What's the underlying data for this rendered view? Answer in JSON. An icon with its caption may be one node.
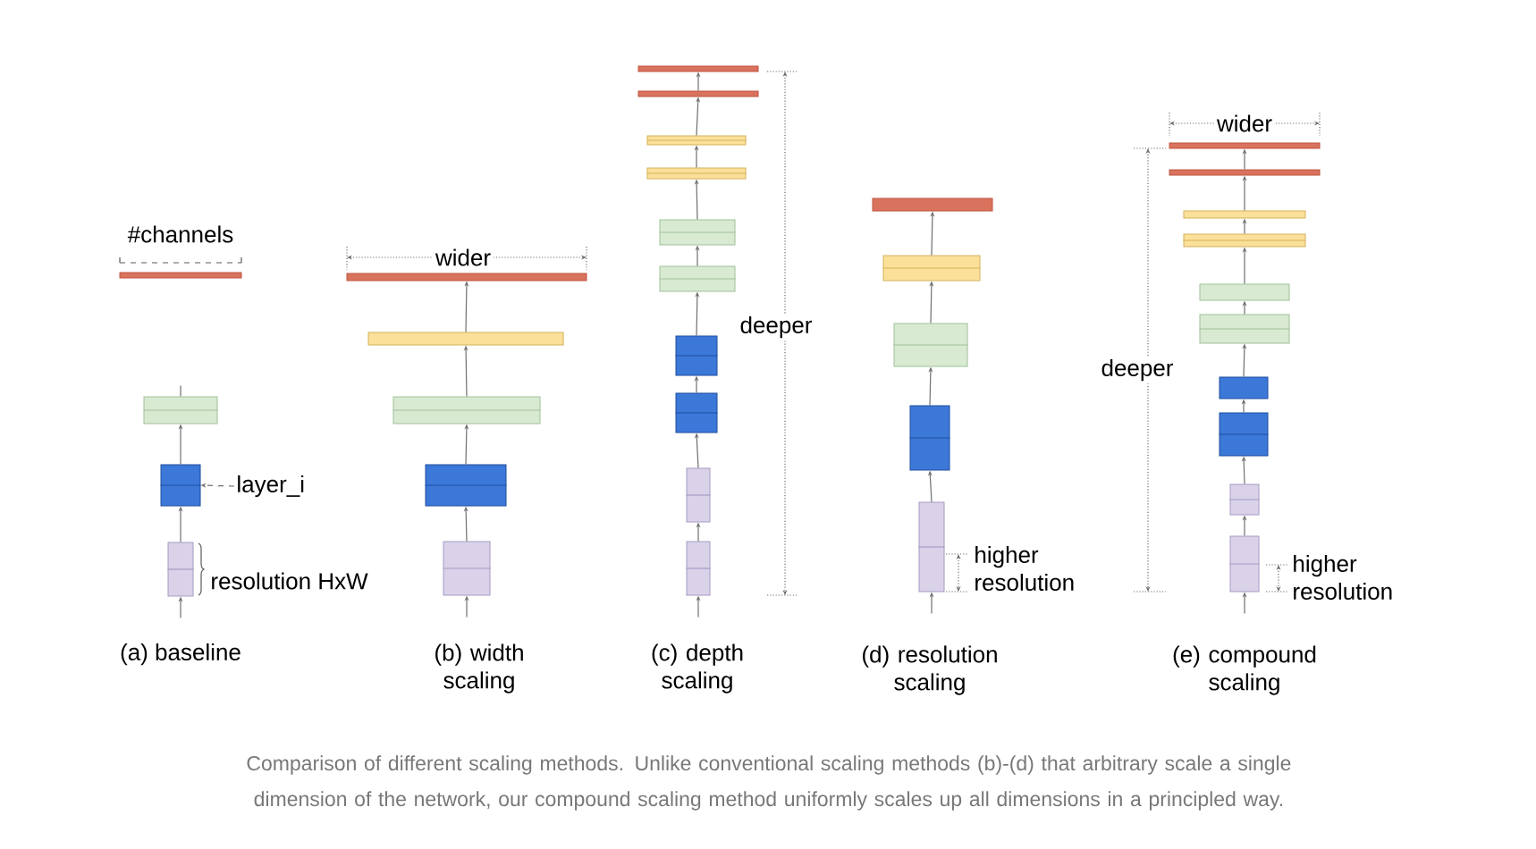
{
  "diagram": {
    "caption": "Comparison of different scaling methods. Unlike conventional scaling methods (b)-(d) that arbitrary scale a single dimension of the network, our compound scaling method uniformly scales up all dimensions in a principled way.",
    "nodes": [
      {
        "text": [],
        "shape": "bar"
      },
      {
        "text": [],
        "shape": "box"
      },
      {
        "text": [],
        "shape": "box"
      },
      {
        "text": [],
        "shape": "box"
      },
      {
        "text": [
          "layer_i"
        ]
      },
      {
        "text": [],
        "shape": "bar"
      },
      {
        "text": [],
        "shape": "bar"
      },
      {
        "text": [],
        "shape": "box"
      },
      {
        "text": [],
        "shape": "box"
      },
      {
        "text": [],
        "shape": "box"
      },
      {
        "text": [],
        "shape": "bar"
      },
      {
        "text": [],
        "shape": "bar"
      },
      {
        "text": [],
        "shape": "box"
      },
      {
        "text": [],
        "shape": "box"
      },
      {
        "text": [],
        "shape": "box"
      },
      {
        "text": [],
        "shape": "box"
      },
      {
        "text": [],
        "shape": "box"
      },
      {
        "text": [],
        "shape": "box"
      },
      {
        "text": [],
        "shape": "box"
      },
      {
        "text": [],
        "shape": "box"
      },
      {
        "text": [],
        "shape": "bar"
      },
      {
        "text": [],
        "shape": "box"
      },
      {
        "text": [],
        "shape": "box"
      },
      {
        "text": [],
        "shape": "box"
      },
      {
        "text": [],
        "shape": "box"
      },
      {
        "text": [],
        "shape": "bar"
      },
      {
        "text": [],
        "shape": "bar"
      },
      {
        "text": [],
        "shape": "bar"
      },
      {
        "text": [],
        "shape": "box"
      },
      {
        "text": [],
        "shape": "bar"
      },
      {
        "text": [],
        "shape": "box"
      },
      {
        "text": [],
        "shape": "bar"
      },
      {
        "text": [],
        "shape": "box"
      },
      {
        "text": [],
        "shape": "box"
      },
      {
        "text": [],
        "shape": "box"
      }
    ],
    "edges": [
      {
        "from": null,
        "to": 3,
        "arrow": "to"
      },
      {
        "from": 3,
        "to": 2,
        "arrow": "to"
      },
      {
        "from": 2,
        "to": 1,
        "arrow": "to"
      },
      {
        "from": 1,
        "to": null,
        "arrow": "none"
      },
      {
        "from": 4,
        "to": 2,
        "arrow": "to",
        "style": "dashed"
      },
      {
        "from": null,
        "to": 9,
        "arrow": "to"
      },
      {
        "from": 9,
        "to": 8,
        "arrow": "to"
      },
      {
        "from": 8,
        "to": 7,
        "arrow": "to"
      },
      {
        "from": 7,
        "to": 6,
        "arrow": "to"
      },
      {
        "from": 6,
        "to": 5,
        "arrow": "to"
      },
      {
        "from": null,
        "to": 19,
        "arrow": "to"
      },
      {
        "from": 19,
        "to": 18,
        "arrow": "to"
      },
      {
        "from": 18,
        "to": 17,
        "arrow": "to"
      },
      {
        "from": 17,
        "to": 16,
        "arrow": "to"
      },
      {
        "from": 16,
        "to": 15,
        "arrow": "to"
      },
      {
        "from": 15,
        "to": 14,
        "arrow": "to"
      },
      {
        "from": 14,
        "to": 13,
        "arrow": "to"
      },
      {
        "from": 13,
        "to": 12,
        "arrow": "to"
      },
      {
        "from": 12,
        "to": 11,
        "arrow": "to"
      },
      {
        "from": 11,
        "to": 10,
        "arrow": "to"
      },
      {
        "from": null,
        "to": 24,
        "arrow": "to"
      },
      {
        "from": 24,
        "to": 23,
        "arrow": "to"
      },
      {
        "from": 23,
        "to": 22,
        "arrow": "to"
      },
      {
        "from": 22,
        "to": 21,
        "arrow": "to"
      },
      {
        "from": 21,
        "to": 20,
        "arrow": "to"
      },
      {
        "from": null,
        "to": 34,
        "arrow": "to"
      },
      {
        "from": 34,
        "to": 33,
        "arrow": "to"
      },
      {
        "from": 33,
        "to": 32,
        "arrow": "to"
      },
      {
        "from": 32,
        "to": 31,
        "arrow": "to"
      },
      {
        "from": 31,
        "to": 30,
        "arrow": "to"
      },
      {
        "from": 30,
        "to": 29,
        "arrow": "to"
      },
      {
        "from": 29,
        "to": 28,
        "arrow": "to"
      },
      {
        "from": 28,
        "to": 27,
        "arrow": "to"
      },
      {
        "from": 27,
        "to": 26,
        "arrow": "to"
      },
      {
        "from": 26,
        "to": 25,
        "arrow": "to"
      }
    ],
    "labels": [
      "#channels",
      "resolution HxW",
      "(a) baseline",
      "wider",
      "(b) width scaling",
      "deeper",
      "(c) depth scaling",
      "higher resolution",
      "(d) resolution scaling",
      "wider",
      "deeper",
      "higher resolution",
      "(e) compound scaling"
    ]
  }
}
